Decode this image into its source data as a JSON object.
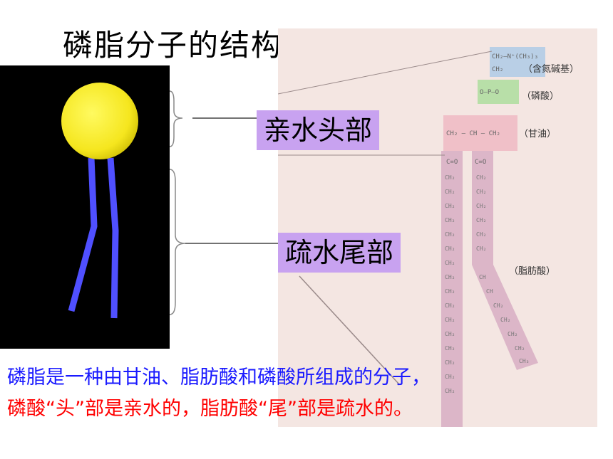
{
  "title": "磷脂分子的结构",
  "labels": {
    "hydrophilic_head": "亲水头部",
    "hydrophobic_tail": "疏水尾部"
  },
  "structure_groups": {
    "choline": "（含氮碱基）",
    "phosphate": "（磷酸）",
    "glycerol": "（甘油）",
    "fatty_acid": "（脂肪酸）"
  },
  "captions": {
    "line1": "磷脂是一种由甘油、脂肪酸和磷酸所组成的分子，",
    "line2": "磷酸“头”部是亲水的，脂肪酸“尾”部是疏水的。"
  },
  "colors": {
    "head": "#f5e61e",
    "tail": "#5050ff",
    "label_bg": "#c8a2f0",
    "caption1": "#1a1aff",
    "caption2": "#ff0000"
  }
}
